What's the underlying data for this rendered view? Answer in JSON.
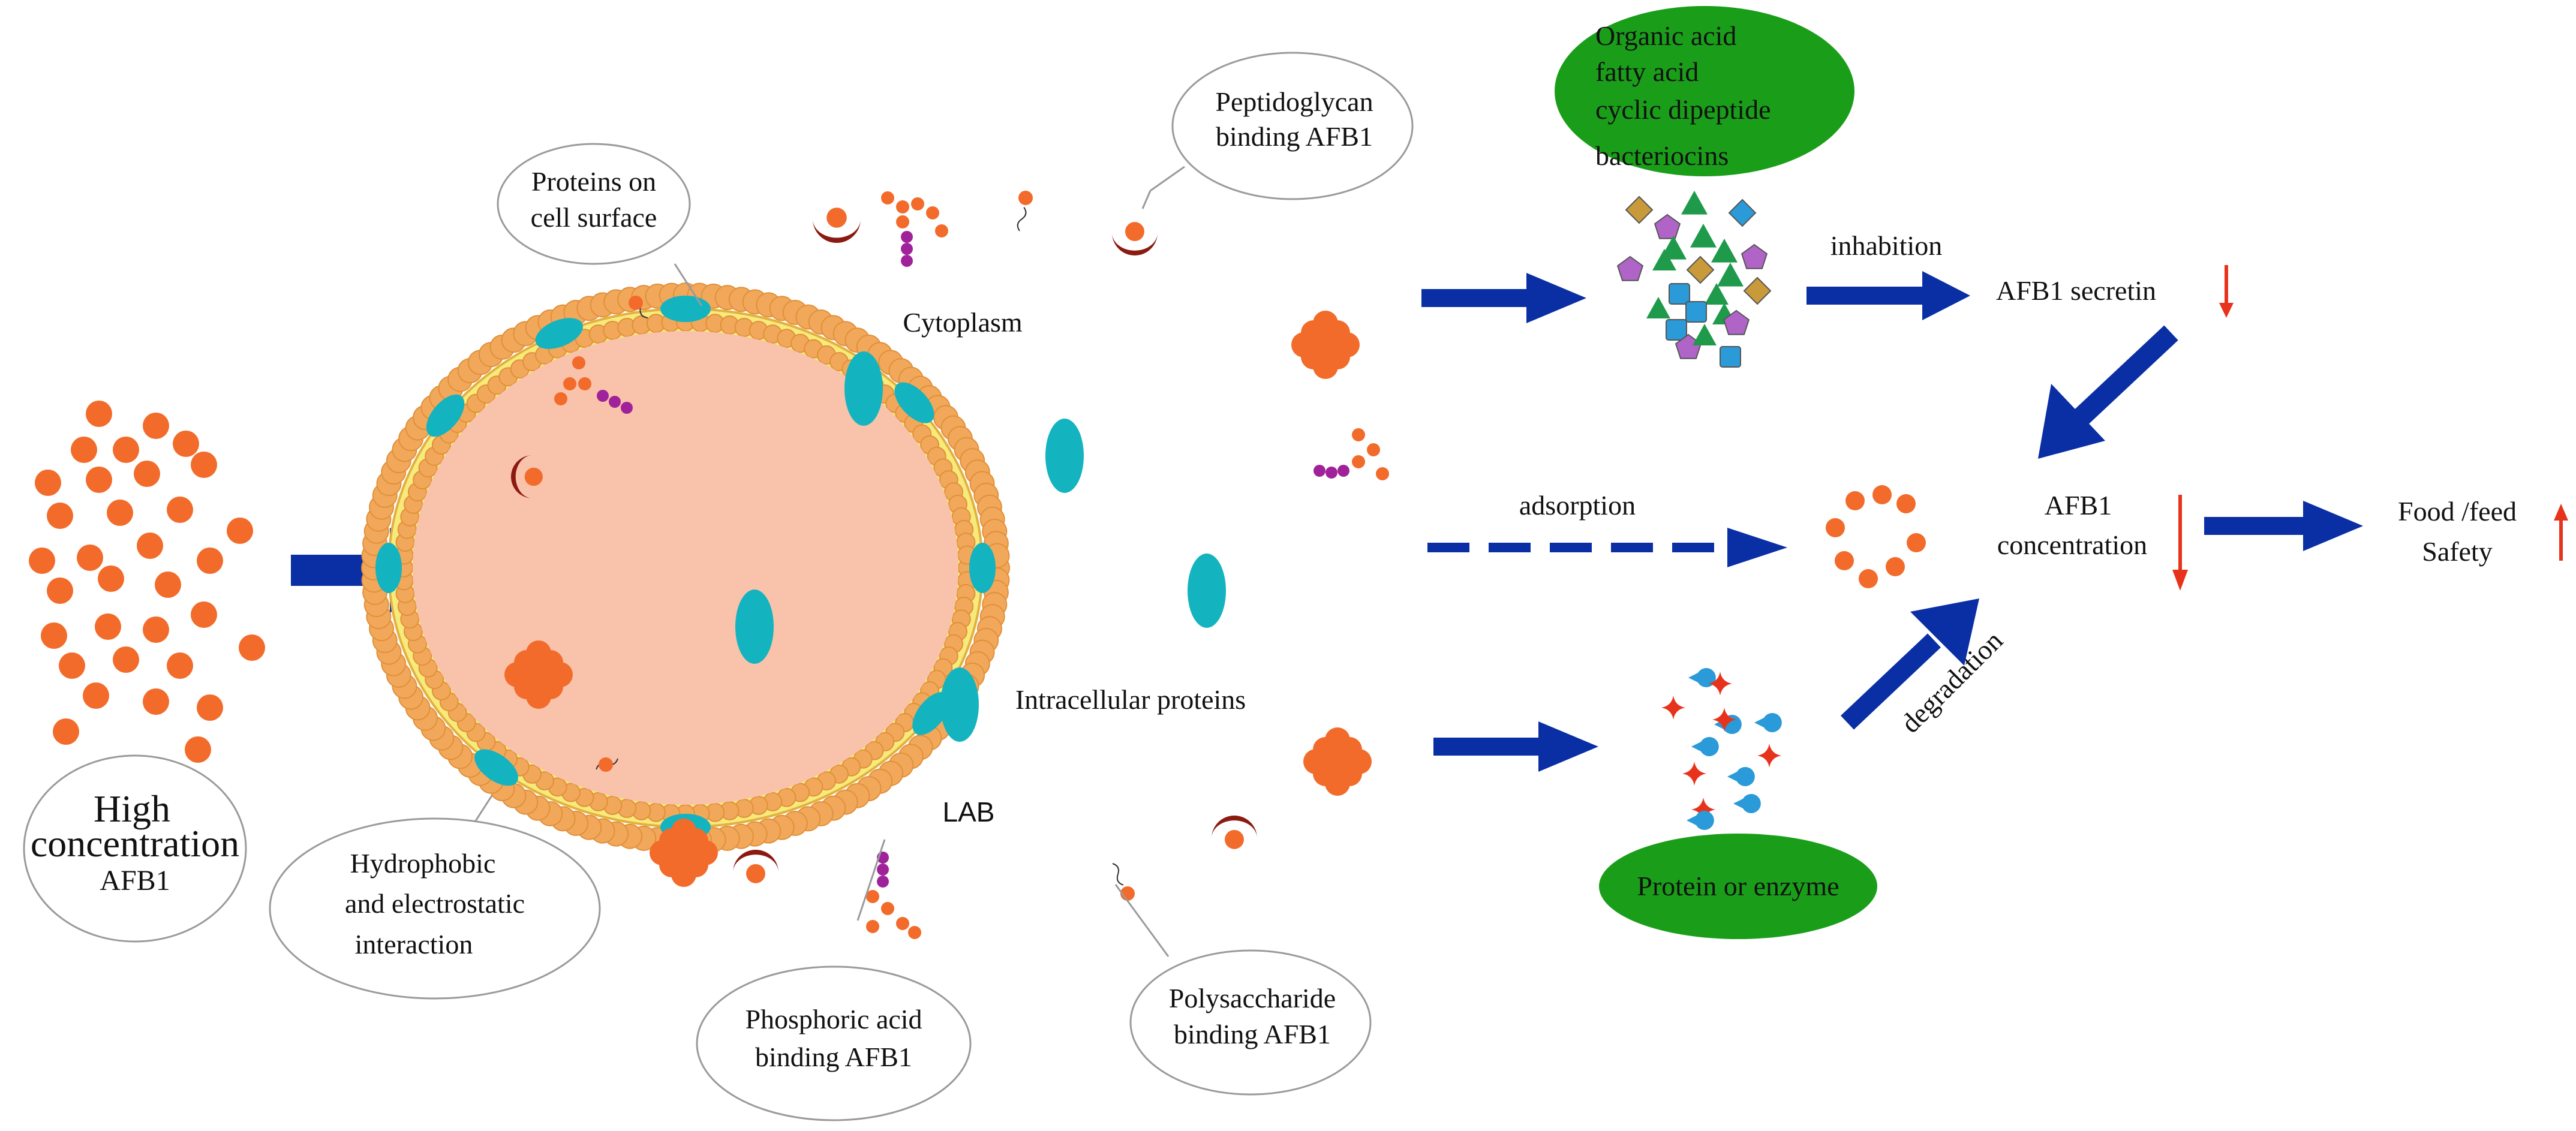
{
  "colors": {
    "cell_fill": "#f9c2aa",
    "membrane": "#f2a85a",
    "bilayer": "#f6ea7a",
    "protein": "#14b3c0",
    "afb1": "#f26b2a",
    "arrow": "#0a2fa5",
    "green": "#1a9e1a",
    "crescent": "#8b1a10",
    "phospho": "#a0229a",
    "up_down_arrow": "#e8331c",
    "callout_border": "#9a9a9a"
  },
  "labels": {
    "high_concentration": [
      "High",
      "concentration"
    ],
    "afb1": "AFB1",
    "hydrophobic": [
      "Hydrophobic",
      "and electrostatic",
      "interaction"
    ],
    "proteins_surface": [
      "Proteins on",
      "cell surface"
    ],
    "peptidoglycan": [
      "Peptidoglycan",
      "binding AFB1"
    ],
    "phosphoric": [
      "Phosphoric acid",
      "binding AFB1"
    ],
    "polysaccharide": [
      "Polysaccharide",
      "binding AFB1"
    ],
    "cytoplasm": "Cytoplasm",
    "intracellular": "Intracellular proteins",
    "lab": "LAB",
    "metabolites": [
      "Organic acid",
      "fatty acid",
      "cyclic dipeptide",
      "bacteriocins"
    ],
    "inhibition": "inhabition",
    "afb1_secretin": "AFB1 secretin",
    "adsorption": "adsorption",
    "afb1_conc": [
      "AFB1",
      "concentration"
    ],
    "food_safety": [
      "Food /feed",
      "Safety"
    ],
    "degradation": "degradation",
    "protein_enzyme": "Protein or enzyme"
  }
}
